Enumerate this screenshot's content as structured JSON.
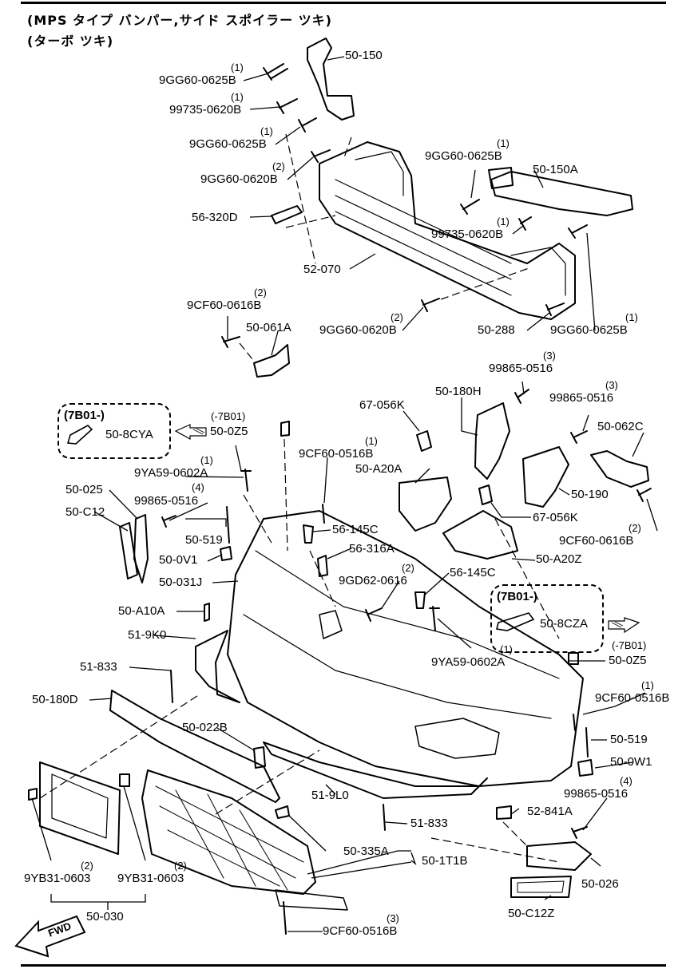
{
  "title": {
    "line1": "(MPS タイプ バンパー,サイド スポイラー ツキ)",
    "line2": "(ターボ ツキ)"
  },
  "boxes": {
    "left_title": "(7B01-)",
    "right_title": "(7B01-)"
  },
  "callouts": [
    {
      "id": "c1",
      "part": "50-150",
      "qty": ""
    },
    {
      "id": "c2",
      "part": "9GG60-0625B",
      "qty": "(1)"
    },
    {
      "id": "c3",
      "part": "99735-0620B",
      "qty": "(1)"
    },
    {
      "id": "c4",
      "part": "9GG60-0625B",
      "qty": "(1)"
    },
    {
      "id": "c5",
      "part": "9GG60-0620B",
      "qty": "(2)"
    },
    {
      "id": "c6",
      "part": "56-320D",
      "qty": ""
    },
    {
      "id": "c7",
      "part": "52-070",
      "qty": ""
    },
    {
      "id": "c8",
      "part": "9GG60-0625B",
      "qty": "(1)"
    },
    {
      "id": "c9",
      "part": "50-150A",
      "qty": ""
    },
    {
      "id": "c10",
      "part": "99735-0620B",
      "qty": "(1)"
    },
    {
      "id": "c11",
      "part": "9CF60-0616B",
      "qty": "(2)"
    },
    {
      "id": "c12",
      "part": "50-061A",
      "qty": ""
    },
    {
      "id": "c13",
      "part": "9GG60-0620B",
      "qty": "(2)"
    },
    {
      "id": "c14",
      "part": "50-288",
      "qty": ""
    },
    {
      "id": "c15",
      "part": "9GG60-0625B",
      "qty": "(1)"
    },
    {
      "id": "c16",
      "part": "99865-0516",
      "qty": "(3)"
    },
    {
      "id": "c17",
      "part": "50-180H",
      "qty": ""
    },
    {
      "id": "c18",
      "part": "67-056K",
      "qty": ""
    },
    {
      "id": "c19",
      "part": "99865-0516",
      "qty": "(3)"
    },
    {
      "id": "c20",
      "part": "50-062C",
      "qty": ""
    },
    {
      "id": "c21",
      "part": "50-8CYA",
      "qty": ""
    },
    {
      "id": "c22",
      "part": "50-0Z5",
      "qty": "(-7B01)"
    },
    {
      "id": "c23",
      "part": "9CF60-0516B",
      "qty": "(1)"
    },
    {
      "id": "c24",
      "part": "50-A20A",
      "qty": ""
    },
    {
      "id": "c25",
      "part": "50-190",
      "qty": ""
    },
    {
      "id": "c26",
      "part": "9YA59-0602A",
      "qty": "(1)"
    },
    {
      "id": "c27",
      "part": "50-025",
      "qty": ""
    },
    {
      "id": "c28",
      "part": "99865-0516",
      "qty": "(4)"
    },
    {
      "id": "c29",
      "part": "67-056K",
      "qty": ""
    },
    {
      "id": "c30",
      "part": "50-C12",
      "qty": ""
    },
    {
      "id": "c31",
      "part": "50-519",
      "qty": ""
    },
    {
      "id": "c32",
      "part": "56-145C",
      "qty": ""
    },
    {
      "id": "c33",
      "part": "9CF60-0616B",
      "qty": "(2)"
    },
    {
      "id": "c34",
      "part": "56-316A",
      "qty": ""
    },
    {
      "id": "c35",
      "part": "50-0V1",
      "qty": ""
    },
    {
      "id": "c36",
      "part": "50-A20Z",
      "qty": ""
    },
    {
      "id": "c37",
      "part": "50-031J",
      "qty": ""
    },
    {
      "id": "c38",
      "part": "9GD62-0616",
      "qty": "(2)"
    },
    {
      "id": "c39",
      "part": "56-145C",
      "qty": ""
    },
    {
      "id": "c40",
      "part": "50-A10A",
      "qty": ""
    },
    {
      "id": "c41",
      "part": "50-8CZA",
      "qty": ""
    },
    {
      "id": "c42",
      "part": "51-9K0",
      "qty": ""
    },
    {
      "id": "c43",
      "part": "9YA59-0602A",
      "qty": "(1)"
    },
    {
      "id": "c44",
      "part": "50-0Z5",
      "qty": "(-7B01)"
    },
    {
      "id": "c45",
      "part": "51-833",
      "qty": ""
    },
    {
      "id": "c46",
      "part": "9CF60-0516B",
      "qty": "(1)"
    },
    {
      "id": "c47",
      "part": "50-180D",
      "qty": ""
    },
    {
      "id": "c48",
      "part": "50-022B",
      "qty": ""
    },
    {
      "id": "c49",
      "part": "50-519",
      "qty": ""
    },
    {
      "id": "c50",
      "part": "50-0W1",
      "qty": ""
    },
    {
      "id": "c51",
      "part": "99865-0516",
      "qty": "(4)"
    },
    {
      "id": "c52",
      "part": "51-9L0",
      "qty": ""
    },
    {
      "id": "c53",
      "part": "52-841A",
      "qty": ""
    },
    {
      "id": "c54",
      "part": "51-833",
      "qty": ""
    },
    {
      "id": "c55",
      "part": "50-335A",
      "qty": ""
    },
    {
      "id": "c56",
      "part": "50-1T1B",
      "qty": ""
    },
    {
      "id": "c57",
      "part": "9YB31-0603",
      "qty": "(2)"
    },
    {
      "id": "c58",
      "part": "9YB31-0603",
      "qty": "(2)"
    },
    {
      "id": "c59",
      "part": "50-026",
      "qty": ""
    },
    {
      "id": "c60",
      "part": "50-030",
      "qty": ""
    },
    {
      "id": "c61",
      "part": "50-C12Z",
      "qty": ""
    },
    {
      "id": "c62",
      "part": "9CF60-0516B",
      "qty": "(3)"
    }
  ],
  "fwd_marker": "FWD"
}
